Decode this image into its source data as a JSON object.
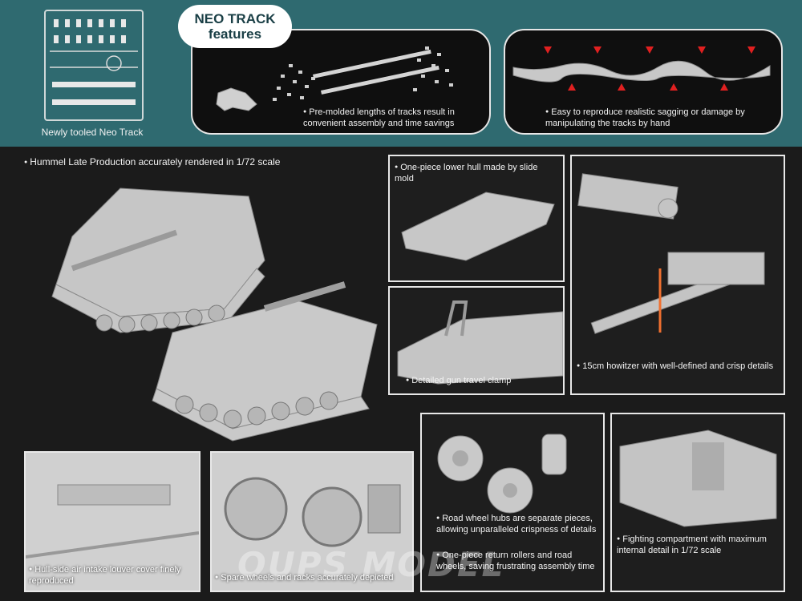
{
  "header": {
    "badge_line1": "NEO TRACK",
    "badge_line2": "features",
    "sprue_caption": "Newly tooled Neo Track",
    "feature1": "Pre-molded lengths of tracks result in convenient assembly and time savings",
    "feature2": "Easy to reproduce realistic sagging or damage by manipulating the tracks by hand"
  },
  "main": {
    "model_caption": "Hummel Late Production accurately rendered in 1/72 scale",
    "hull_caption": "One-piece lower hull made by slide mold",
    "clamp_caption": "Detailed gun travel clamp",
    "howitzer_caption": "15cm howitzer with well-defined and crisp details",
    "louver_caption": "Hull-side air intake louver cover finely reproduced",
    "spare_caption": "Spare wheels and racks accurately depicted",
    "wheels_caption": "Road wheel hubs are separate pieces, allowing unparalleled crispness of details",
    "rollers_caption": "One-piece return rollers and road wheels, saving frustrating assembly time",
    "fighting_caption": "Fighting compartment with maximum internal detail in 1/72 scale"
  },
  "watermark": "OUPS MODEL",
  "colors": {
    "teal": "#2f6a70",
    "plastic": "#c9c9c9",
    "arrow": "#e02020"
  }
}
